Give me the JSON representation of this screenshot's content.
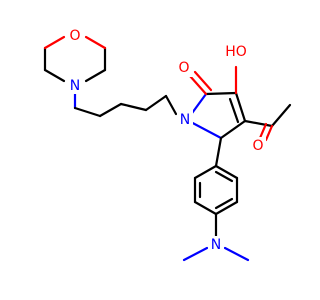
{
  "molecule": {
    "atoms": {
      "morpholine_o": "O",
      "morpholine_n": "N",
      "ring_n": "N",
      "carbonyl_o": "O",
      "hydroxyl": "HO",
      "acetyl_o": "O",
      "dimethylamino_n": "N"
    },
    "colors": {
      "carbon_bonds": "#000000",
      "oxygen": "#ff0000",
      "nitrogen": "#0000ff",
      "background": "#ffffff"
    }
  }
}
